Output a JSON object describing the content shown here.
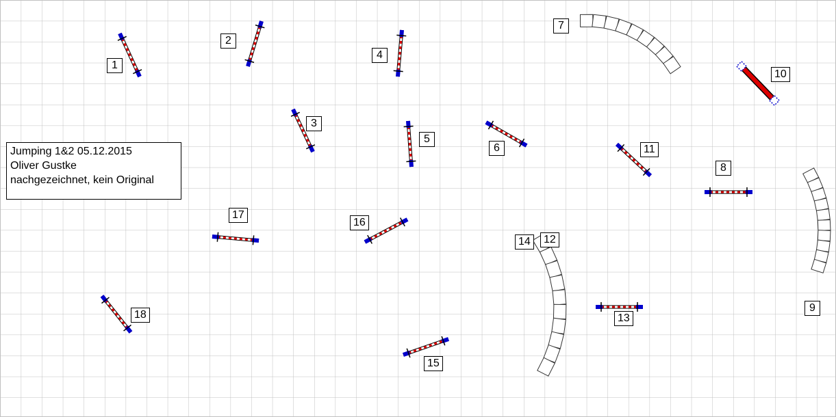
{
  "info": {
    "line1": "Jumping 1&2 05.12.2015",
    "line2": "Oliver Gustke",
    "line3": "nachgezeichnet, kein Original"
  },
  "labels": {
    "n1": "1",
    "n2": "2",
    "n3": "3",
    "n4": "4",
    "n5": "5",
    "n6": "6",
    "n7": "7",
    "n8": "8",
    "n9": "9",
    "n10": "10",
    "n11": "11",
    "n12": "12",
    "n13": "13",
    "n14": "14",
    "n15": "15",
    "n16": "16",
    "n17": "17",
    "n18": "18"
  },
  "colors": {
    "grid": "#c0c0c0",
    "pole_end": "#0000cc",
    "pole_stripe_red": "#dd0000",
    "pole_stripe_white": "#ffffff",
    "outline": "#000000"
  }
}
